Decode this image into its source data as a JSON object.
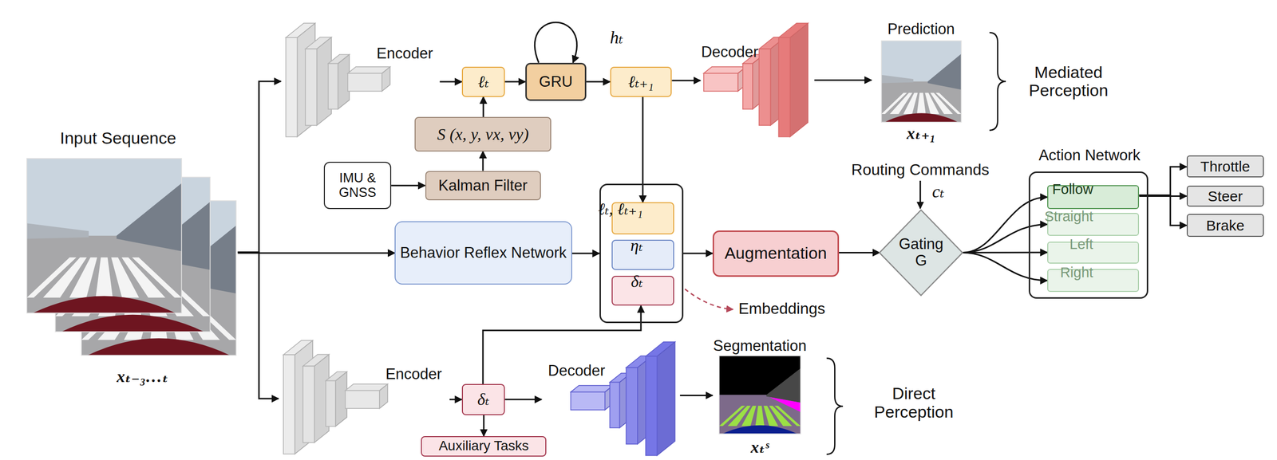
{
  "diagram": {
    "nodes": [
      {
        "text": [
          "Input Sequence",
          "xₜ₋₃…ₜ"
        ]
      },
      {
        "text": [
          "Encoder"
        ]
      },
      {
        "text": [
          "ℓₜ"
        ]
      },
      {
        "text": [
          "GRU"
        ]
      },
      {
        "text": [
          "ℓₜ₊₁"
        ]
      },
      {
        "text": [
          "Decoder"
        ]
      },
      {
        "text": [
          "Prediction",
          "xₜ₊₁"
        ]
      },
      {
        "text": [
          "S (x, y, vx, vy)"
        ]
      },
      {
        "text": [
          "Kalman Filter"
        ]
      },
      {
        "text": [
          "IMU & GNSS"
        ]
      },
      {
        "text": [
          "Behavior Reflex Network"
        ]
      },
      {
        "text": []
      },
      {
        "text": [
          "ℓₜ, ℓₜ₊₁"
        ],
        "in": 11
      },
      {
        "text": [
          "ηₜ"
        ],
        "in": 11
      },
      {
        "text": [
          "δₜ"
        ],
        "in": 11
      },
      {
        "text": [
          "Augmentation"
        ]
      },
      {
        "text": [
          "Gating G"
        ]
      },
      {
        "text": [
          "Action Network"
        ]
      },
      {
        "text": [
          "Follow"
        ],
        "in": 17
      },
      {
        "text": [
          "Straight"
        ],
        "in": 17
      },
      {
        "text": [
          "Left"
        ],
        "in": 17
      },
      {
        "text": [
          "Right"
        ],
        "in": 17
      },
      {
        "text": [
          "Throttle"
        ]
      },
      {
        "text": [
          "Steer"
        ]
      },
      {
        "text": [
          "Brake"
        ]
      },
      {
        "text": [
          "Encoder"
        ]
      },
      {
        "text": [
          "δₜ"
        ]
      },
      {
        "text": [
          "Auxiliary Tasks"
        ]
      },
      {
        "text": [
          "Decoder"
        ]
      },
      {
        "text": [
          "Segmentation",
          "xₜˢ"
        ]
      }
    ],
    "edges": [
      {
        "from": 0,
        "to": 1,
        "arrow": "to"
      },
      {
        "from": 0,
        "to": 10,
        "arrow": "to"
      },
      {
        "from": 0,
        "to": 25,
        "arrow": "to"
      },
      {
        "from": 1,
        "to": 2,
        "arrow": "to"
      },
      {
        "from": 2,
        "to": 3,
        "arrow": "to"
      },
      {
        "from": 3,
        "to": 3,
        "arrow": "to"
      },
      {
        "from": 3,
        "to": 4,
        "arrow": "to"
      },
      {
        "from": 4,
        "to": 5,
        "arrow": "to"
      },
      {
        "from": 5,
        "to": 6,
        "arrow": "to"
      },
      {
        "from": 9,
        "to": 8,
        "arrow": "to"
      },
      {
        "from": 8,
        "to": 7,
        "arrow": "to"
      },
      {
        "from": 7,
        "to": 2,
        "arrow": "to"
      },
      {
        "from": 4,
        "to": 12,
        "arrow": "to"
      },
      {
        "from": 10,
        "to": 11,
        "arrow": "to"
      },
      {
        "from": 26,
        "to": 14,
        "arrow": "to"
      },
      {
        "from": 11,
        "to": 15,
        "arrow": "to"
      },
      {
        "from": 15,
        "to": 16,
        "arrow": "to"
      },
      {
        "from": 16,
        "to": 18,
        "arrow": "to"
      },
      {
        "from": 16,
        "to": 19,
        "arrow": "to"
      },
      {
        "from": 16,
        "to": 20,
        "arrow": "to"
      },
      {
        "from": 16,
        "to": 21,
        "arrow": "to"
      },
      {
        "from": 18,
        "to": 22,
        "arrow": "to"
      },
      {
        "from": 18,
        "to": 23,
        "arrow": "to"
      },
      {
        "from": 18,
        "to": 24,
        "arrow": "to"
      },
      {
        "from": 25,
        "to": 26,
        "arrow": "to"
      },
      {
        "from": 26,
        "to": 27,
        "arrow": "to"
      },
      {
        "from": 26,
        "to": 28,
        "arrow": "to"
      },
      {
        "from": 28,
        "to": 29,
        "arrow": "to"
      }
    ],
    "labels": [
      "hₜ",
      "Routing Commands",
      "cₜ",
      "Embeddings",
      "Mediated Perception",
      "Direct Perception"
    ]
  }
}
